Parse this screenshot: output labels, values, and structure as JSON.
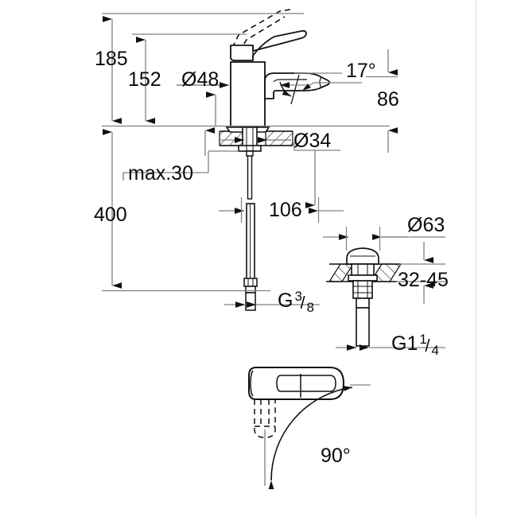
{
  "drawing": {
    "type": "technical-dimension-drawing",
    "subject": "single-lever basin mixer tap with push-open pop-up waste",
    "background_color": "#ffffff",
    "line_color": "#808080",
    "outline_color": "#111111",
    "text_color": "#0a0a0a",
    "border_color": "#d8d8d8"
  },
  "dimensions": {
    "height_total": "185",
    "height_spout_axis": "152",
    "body_diameter": "Ø48",
    "spout_angle": "17°",
    "spout_projection_height": "86",
    "shank_diameter": "Ø34",
    "max_deck_thickness": "max.30",
    "supply_hose_length": "400",
    "spout_reach": "106",
    "supply_thread": "G",
    "supply_thread_num": "3",
    "supply_thread_den": "8",
    "waste_flange_diameter": "Ø63",
    "waste_deck_range": "32-45",
    "waste_thread": "G1",
    "waste_thread_num": "1",
    "waste_thread_den": "4",
    "handle_swivel_angle": "90°"
  },
  "views": {
    "front_elevation": "faucet front elevation with lever handle shown in open (dashed) position",
    "waste_detail": "push-open waste assembly section detail",
    "plan_view": "top view of lever handle showing 90° swivel"
  }
}
